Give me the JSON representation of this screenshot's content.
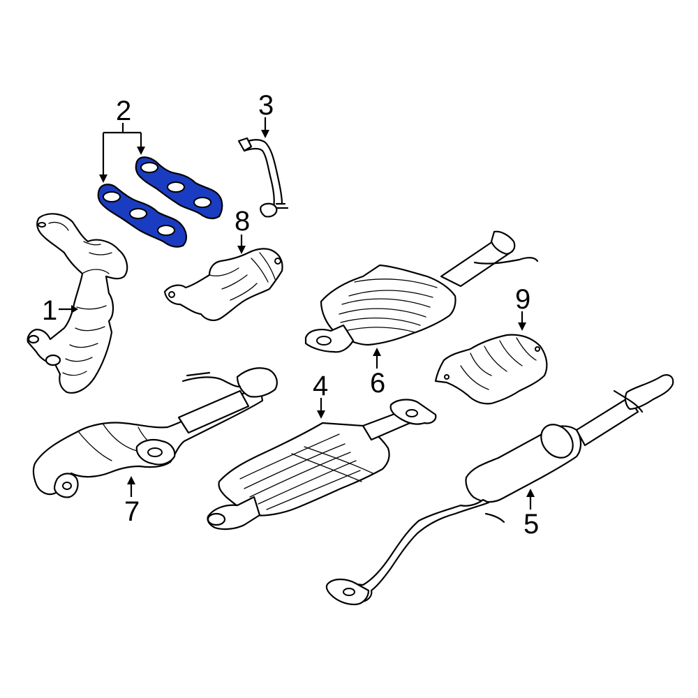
{
  "callouts": {
    "c1": "1",
    "c2": "2",
    "c3": "3",
    "c4": "4",
    "c5": "5",
    "c6": "6",
    "c7": "7",
    "c8": "8",
    "c9": "9"
  },
  "highlight_color": "#1a3cc0"
}
